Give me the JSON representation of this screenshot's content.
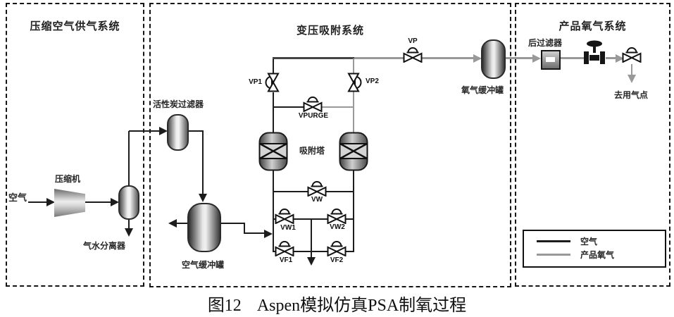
{
  "caption": {
    "number": "图12",
    "title": "Aspen模拟仿真PSA制氧过程"
  },
  "sections": {
    "supply": "压缩空气供气系统",
    "psa": "变压吸附系统",
    "product": "产品氧气系统"
  },
  "equipment": {
    "air_in": "空气",
    "compressor": "压缩机",
    "separator": "气水分离器",
    "carbon_filter": "活性炭过滤器",
    "air_buffer_tank": "空气缓冲罐",
    "adsorber": "吸附塔",
    "oxygen_buffer_tank": "氧气缓冲罐",
    "after_filter": "后过滤器",
    "use_point": "去用气点"
  },
  "valves": {
    "vp1": "VP1",
    "vp2": "VP2",
    "vpurge": "VPURGE",
    "vp": "VP",
    "vw": "VW",
    "vw1": "VW1",
    "vw2": "VW2",
    "vf1": "VF1",
    "vf2": "VF2"
  },
  "legend": {
    "air_label": "空气",
    "oxygen_label": "产品氧气",
    "air_color": "#1c1c1c",
    "oxygen_color": "#999999"
  }
}
